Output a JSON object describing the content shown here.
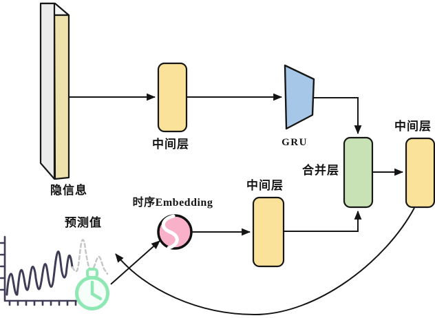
{
  "diagram": {
    "nodes": {
      "hidden_info": {
        "label": "隐信息"
      },
      "middle_layer_1": {
        "label": "中间层"
      },
      "gru": {
        "label": "GRU"
      },
      "merge_layer": {
        "label": "合并层"
      },
      "middle_layer_right": {
        "label": "中间层"
      },
      "middle_layer_bottom": {
        "label": "中间层"
      },
      "temporal_embedding": {
        "label": "时序Embedding"
      },
      "predicted_value": {
        "label": "预测值"
      }
    },
    "colors": {
      "layer_yellow": "#FBE29B",
      "merge_green": "#C9E2B5",
      "gru_blue": "#A7C7E9",
      "embedding_pink": "#F8B1C9",
      "slab_front": "#ECECEC",
      "slab_side": "#EDE2AC",
      "slab_top": "#F6F6F6",
      "chart_ink": "#3F3D56",
      "forecast_dash_gray": "#C6C6C6",
      "clock_mint": "#8FE8B4",
      "clock_face": "#F6FEF9",
      "arrow_black": "#141414",
      "s_curve_white": "#FFFFFF"
    }
  }
}
